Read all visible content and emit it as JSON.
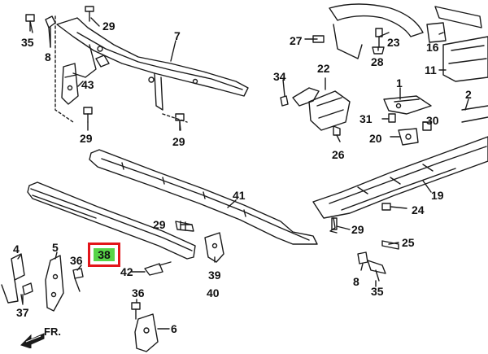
{
  "diagram": {
    "callouts": [
      "35",
      "8",
      "29",
      "7",
      "43",
      "29",
      "29",
      "27",
      "23",
      "28",
      "16",
      "11",
      "34",
      "22",
      "1",
      "2",
      "31",
      "30",
      "20",
      "26",
      "41",
      "19",
      "24",
      "29",
      "25",
      "4",
      "5",
      "36",
      "42",
      "39",
      "40",
      "37",
      "36",
      "6",
      "29",
      "8",
      "35"
    ],
    "highlight_label": "38",
    "direction_label": "FR."
  },
  "colors": {
    "line": "#1a1a1a",
    "highlight_border": "#e3151a",
    "highlight_fill": "#57d447"
  }
}
